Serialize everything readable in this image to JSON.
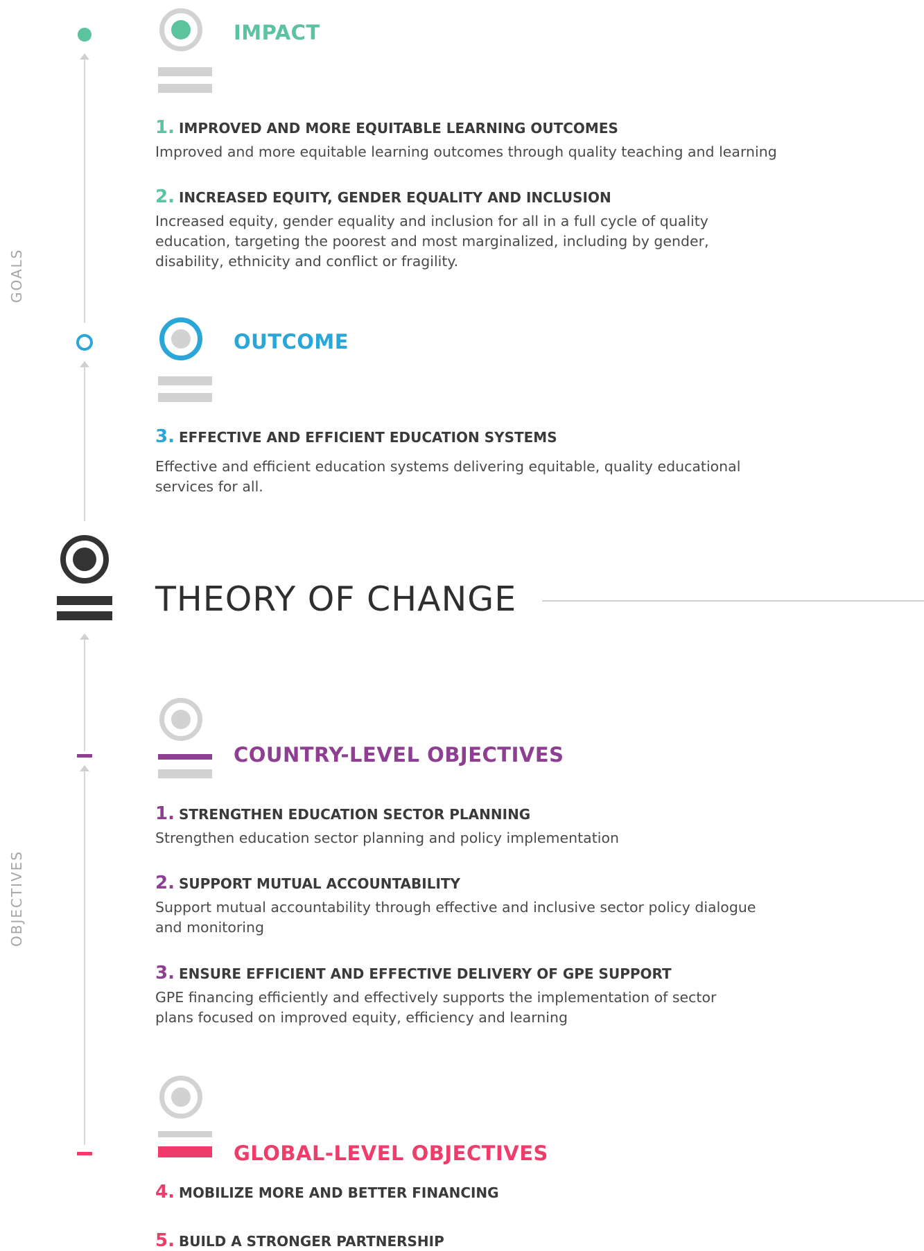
{
  "colors": {
    "impact": "#5bc49f",
    "outcome": "#2aa7d8",
    "country": "#8e3f91",
    "global": "#ef3c6a",
    "neutral": "#d2d2d2",
    "dark": "#333333"
  },
  "side_labels": {
    "goals": "GOALS",
    "objectives": "OBJECTIVES"
  },
  "impact": {
    "title": "IMPACT",
    "items": [
      {
        "num": "1.",
        "heading": "IMPROVED AND MORE EQUITABLE LEARNING OUTCOMES",
        "body": "Improved and more equitable learning outcomes through quality teaching and learning"
      },
      {
        "num": "2.",
        "heading": "INCREASED EQUITY, GENDER EQUALITY AND INCLUSION",
        "body": "Increased equity, gender equality and inclusion for all in a full cycle of quality education, targeting the poorest and most marginalized, including by gender, disability, ethnicity and conflict or fragility."
      }
    ]
  },
  "outcome": {
    "title": "OUTCOME",
    "items": [
      {
        "num": "3.",
        "heading": "EFFECTIVE AND EFFICIENT EDUCATION SYSTEMS",
        "body": "Effective and efficient education systems delivering equitable, quality educational services for all."
      }
    ]
  },
  "theory": {
    "title": "THEORY OF CHANGE"
  },
  "country": {
    "title": "COUNTRY-LEVEL OBJECTIVES",
    "items": [
      {
        "num": "1.",
        "heading": "STRENGTHEN EDUCATION SECTOR PLANNING",
        "body": "Strengthen education sector planning and policy implementation"
      },
      {
        "num": "2.",
        "heading": "SUPPORT MUTUAL ACCOUNTABILITY",
        "body": "Support mutual accountability through effective and inclusive sector policy dialogue and monitoring"
      },
      {
        "num": "3.",
        "heading": "ENSURE EFFICIENT AND EFFECTIVE DELIVERY OF GPE SUPPORT",
        "body": "GPE financing efficiently and effectively supports the implementation of sector plans focused on improved equity, efficiency and learning"
      }
    ]
  },
  "global": {
    "title": "GLOBAL-LEVEL OBJECTIVES",
    "items": [
      {
        "num": "4.",
        "heading": "MOBILIZE MORE AND BETTER FINANCING"
      },
      {
        "num": "5.",
        "heading": "BUILD A STRONGER PARTNERSHIP"
      }
    ]
  }
}
